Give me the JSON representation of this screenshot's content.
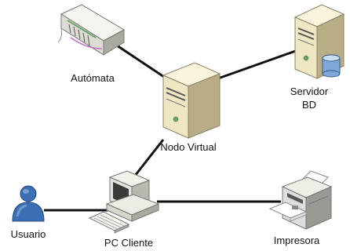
{
  "diagram": {
    "nodes": [
      {
        "id": "automata",
        "label": "Autómata",
        "icon": "plc-device-icon"
      },
      {
        "id": "servidor",
        "label_line1": "Servidor",
        "label_line2": "BD",
        "icon": "database-server-icon"
      },
      {
        "id": "nodo",
        "label": "Nodo Virtual",
        "icon": "server-tower-icon"
      },
      {
        "id": "pc",
        "label": "PC Cliente",
        "icon": "desktop-computer-icon"
      },
      {
        "id": "usuario",
        "label": "Usuario",
        "icon": "user-icon"
      },
      {
        "id": "impresora",
        "label": "Impresora",
        "icon": "printer-icon"
      }
    ],
    "edges": [
      {
        "from": "automata",
        "to": "nodo"
      },
      {
        "from": "nodo",
        "to": "servidor"
      },
      {
        "from": "nodo",
        "to": "pc"
      },
      {
        "from": "usuario",
        "to": "pc"
      },
      {
        "from": "pc",
        "to": "impresora"
      }
    ],
    "colors": {
      "edge": "#111111",
      "server_body": "#efe6c3",
      "server_shadow": "#b9ad85",
      "user": "#3a6fb3",
      "database": "#7fa8d8"
    }
  }
}
